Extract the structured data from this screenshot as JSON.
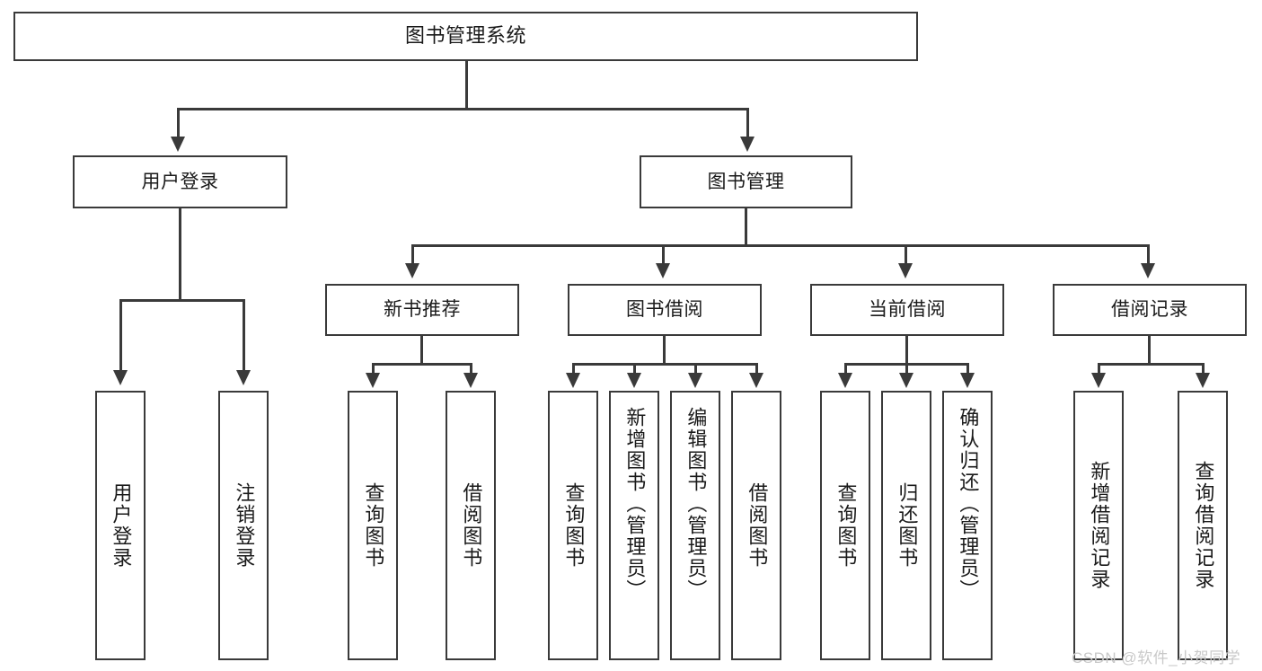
{
  "diagram": {
    "title": "图书管理系统",
    "type": "tree-hierarchy-chart",
    "root": {
      "label": "图书管理系统"
    },
    "level2": [
      {
        "label": "用户登录"
      },
      {
        "label": "图书管理"
      }
    ],
    "level3": [
      {
        "label": "新书推荐"
      },
      {
        "label": "图书借阅"
      },
      {
        "label": "当前借阅"
      },
      {
        "label": "借阅记录"
      }
    ],
    "leaves": {
      "user_login": [
        {
          "label": "用户登录"
        },
        {
          "label": "注销登录"
        }
      ],
      "new_book_recommend": [
        {
          "label": "查询图书"
        },
        {
          "label": "借阅图书"
        }
      ],
      "book_borrow": [
        {
          "label": "查询图书"
        },
        {
          "label": "新增图书（管理员）"
        },
        {
          "label": "编辑图书（管理员）"
        },
        {
          "label": "借阅图书"
        }
      ],
      "current_borrow": [
        {
          "label": "查询图书"
        },
        {
          "label": "归还图书"
        },
        {
          "label": "确认归还（管理员）"
        }
      ],
      "borrow_record": [
        {
          "label": "新增借阅记录"
        },
        {
          "label": "查询借阅记录"
        }
      ]
    }
  },
  "watermark": {
    "text": "CSDN @软件_小贺同学"
  },
  "colors": {
    "stroke": "#3a3a3a",
    "background": "#ffffff",
    "text": "#1a1a1a",
    "watermark": "#c9c9c9"
  }
}
